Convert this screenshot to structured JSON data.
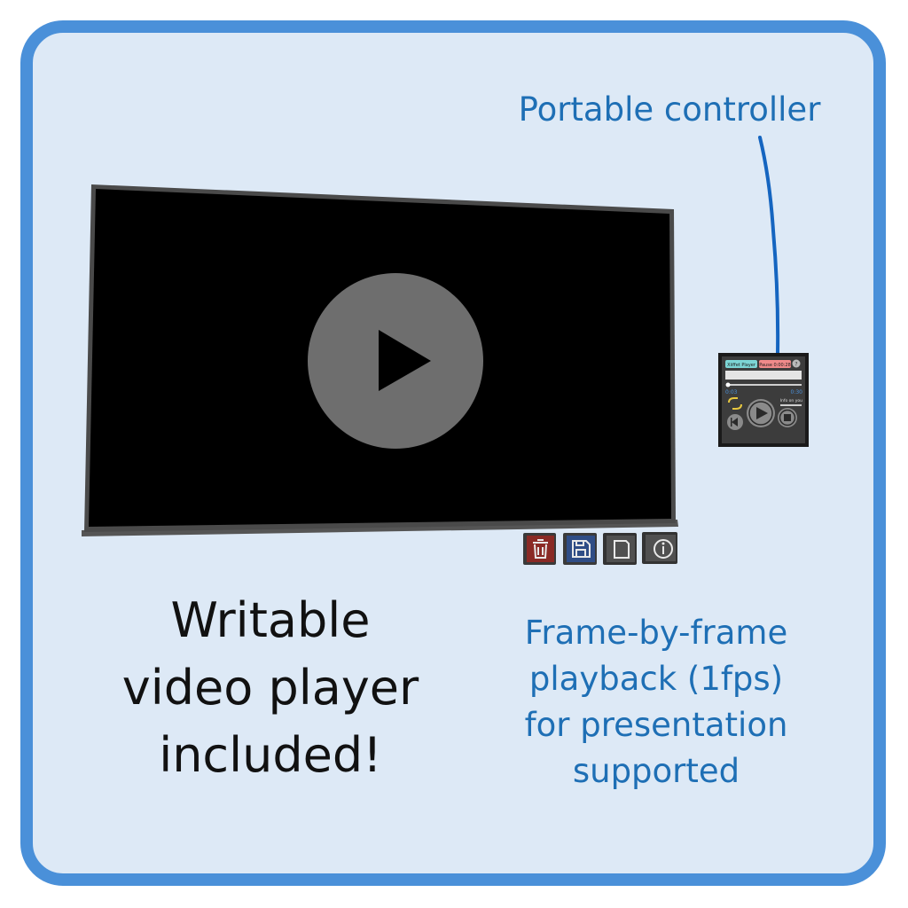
{
  "labels": {
    "controller": "Portable controller",
    "headline_lines": [
      "Writable",
      "video player",
      "included!"
    ],
    "feature_lines": [
      "Frame-by-frame",
      "playback (1fps)",
      "for presentation",
      "supported"
    ]
  },
  "controller_widget": {
    "tag_left": "Xiiffet Player",
    "tag_right": "Pause 0:00:28",
    "help_symbol": "?",
    "time_current": "0:03",
    "time_total": "0:30",
    "speed_label": "Info on you",
    "loop_label": "loop"
  },
  "toolbar_icons": [
    "trash-icon",
    "save-icon",
    "blank-page-icon",
    "info-icon"
  ],
  "colors": {
    "frame_border": "#4a90d9",
    "background": "#dde9f6",
    "accent_text": "#1e6fb5",
    "screen": "#000000",
    "bezel": "#4a4a4a",
    "play_circle": "#6e6e6e"
  }
}
